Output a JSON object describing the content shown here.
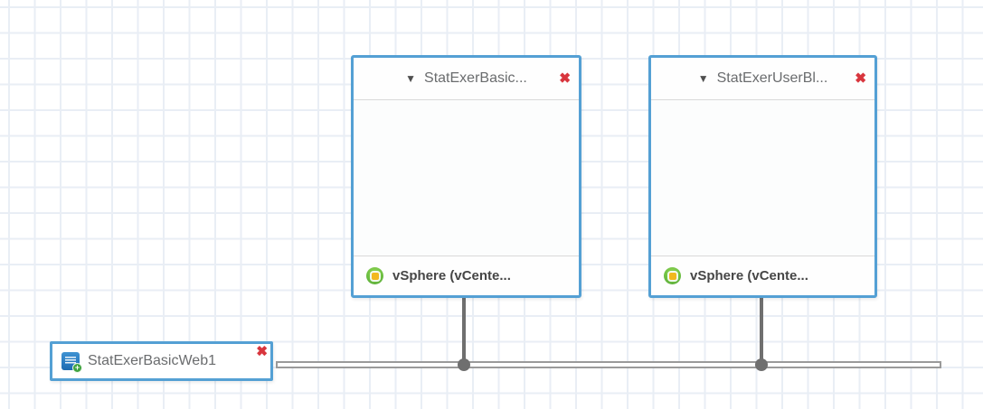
{
  "canvas": {
    "background": "#ffffff",
    "grid_color": "#e9eef5"
  },
  "colors": {
    "node_border_blue": "#54a0d4",
    "close_x_red": "#d8353d",
    "connector_gray": "#6f6f6f",
    "bus_gray": "#9a9a9a",
    "vsphere_green": "#6cbf41",
    "vsphere_core_yellow": "#f2b81f",
    "vm_icon_blue": "#2a7bc1",
    "badge_green": "#3fa33f"
  },
  "icons": {
    "collapse_caret": "▼",
    "close": "✖",
    "plus_badge": "+"
  },
  "containers": [
    {
      "title": "StatExerBasic...",
      "footer_label": "vSphere (vCente..."
    },
    {
      "title": "StatExerUserBl...",
      "footer_label": "vSphere (vCente..."
    }
  ],
  "network_node": {
    "label": "StatExerBasicWeb1"
  }
}
